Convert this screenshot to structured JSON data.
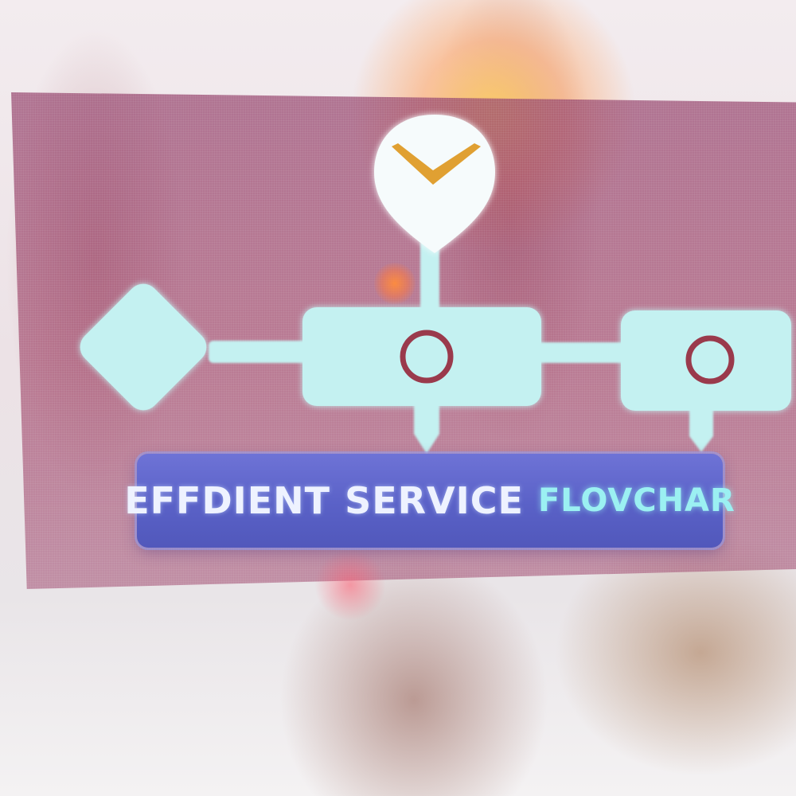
{
  "title": {
    "word1": "EFFDIENT",
    "word2": "SERVICE",
    "word3": "FLOVCHAR"
  },
  "icons": {
    "top": "check-pin-icon",
    "start": "diamond-icon",
    "node1": "circle-icon",
    "node2": "circle-icon"
  },
  "colors": {
    "shape_fill": "#c4f1f1",
    "node_ring": "#9a3a4c",
    "check_mark": "#e0a030",
    "title_bar": "#5a61c7",
    "accent_text": "#9bf0f2"
  }
}
